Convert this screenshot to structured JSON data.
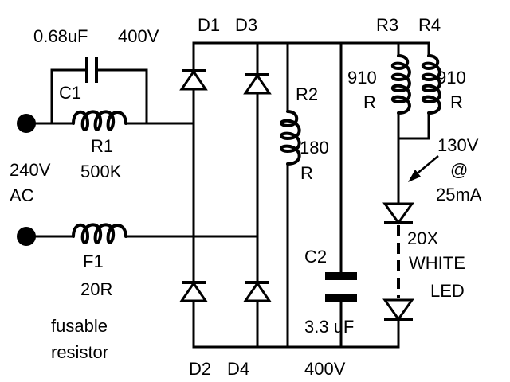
{
  "components": {
    "c1": {
      "name": "C1",
      "value": "0.68uF",
      "voltage": "400V"
    },
    "r1": {
      "name": "R1",
      "value": "500K"
    },
    "f1": {
      "name": "F1",
      "value": "20R",
      "desc_line1": "fusable",
      "desc_line2": "resistor"
    },
    "input": {
      "voltage": "240V",
      "type": "AC"
    },
    "d1": {
      "name": "D1"
    },
    "d2": {
      "name": "D2"
    },
    "d3": {
      "name": "D3"
    },
    "d4": {
      "name": "D4"
    },
    "r2": {
      "name": "R2",
      "value": "180",
      "unit": "R"
    },
    "c2": {
      "name": "C2",
      "value": "3.3 uF",
      "voltage": "400V"
    },
    "r3": {
      "name": "R3",
      "value": "910",
      "unit": "R"
    },
    "r4": {
      "name": "R4",
      "value": "910",
      "unit": "R"
    },
    "led": {
      "count": "20X",
      "color": "WHITE",
      "type": "LED"
    },
    "operating": {
      "voltage": "130V",
      "at": "@",
      "current": "25mA"
    }
  }
}
